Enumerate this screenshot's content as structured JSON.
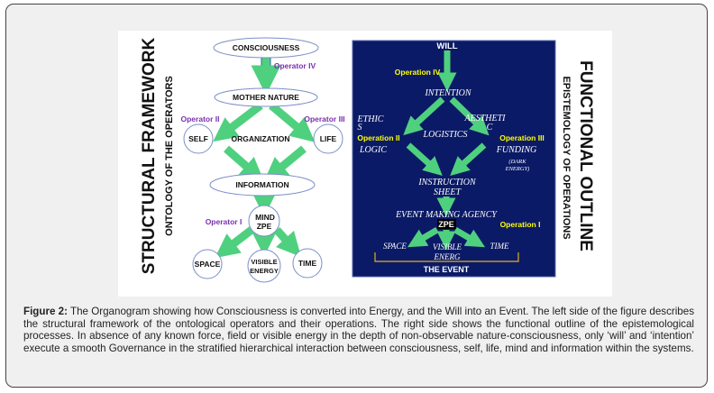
{
  "figure": {
    "left": {
      "title": "STRUCTURAL  FRAMEWORK",
      "subtitle": "ONTOLOGY OF THE OPERATORS",
      "nodes": {
        "consciousness": "CONSCIOUSNESS",
        "mother_nature": "MOTHER NATURE",
        "self": "SELF",
        "organization": "ORGANIZATION",
        "life": "LIFE",
        "information": "INFORMATION",
        "mind": "MIND",
        "zpe": "ZPE",
        "space": "SPACE",
        "visible": "VISIBLE",
        "energy": "ENERGY",
        "time": "TIME"
      },
      "operators": {
        "iv": "Operator IV",
        "ii": "Operator II",
        "iii": "Operator III",
        "i": "Operator I"
      }
    },
    "right": {
      "title": "FUNCTIONAL  OUTLINE",
      "subtitle": "EPISTEMOLOGY OF OPERATIONS",
      "nodes": {
        "will": "WILL",
        "intention": "INTENTION",
        "ethics_1": "ETHIC",
        "ethics_2": "S",
        "logistics": "LOGISTICS",
        "aesthetic_1": "AESTHETI",
        "aesthetic_2": "C",
        "logic": "LOGIC",
        "funding": "FUNDING",
        "dark_1": "(DARK",
        "dark_2": "ENERGY)",
        "instruction_1": "INSTRUCTION",
        "instruction_2": "SHEET",
        "event_agency": "EVENT MAKING AGENCY",
        "zpe": "ZPE",
        "space": "SPACE",
        "visible_1": "VISIBLE",
        "visible_2": "ENERG",
        "time": "TIME",
        "the_event": "THE EVENT"
      },
      "operations": {
        "iv": "Operation IV",
        "ii": "Operation II",
        "iii": "Operation III",
        "i": "Operation I"
      }
    }
  },
  "caption": {
    "label": "Figure 2:",
    "text": " The Organogram showing how Consciousness is converted into Energy, and the  Will into an Event. The left side of the figure describes the structural framework of the ontological operators and their operations. The right side shows the functional outline of the epistemological processes. In absence of any known force, field or visible energy in the depth of non-observable nature-consciousness, only ‘will’ and ‘intention’ execute a smooth Governance in the stratified hierarchical interaction between consciousness, self, life,  mind and information within the systems."
  },
  "colors": {
    "arrow": "#4fd07f",
    "panel": "#0b1a66",
    "operator_left": "#7a2fb0",
    "operator_right": "#ffff00"
  }
}
